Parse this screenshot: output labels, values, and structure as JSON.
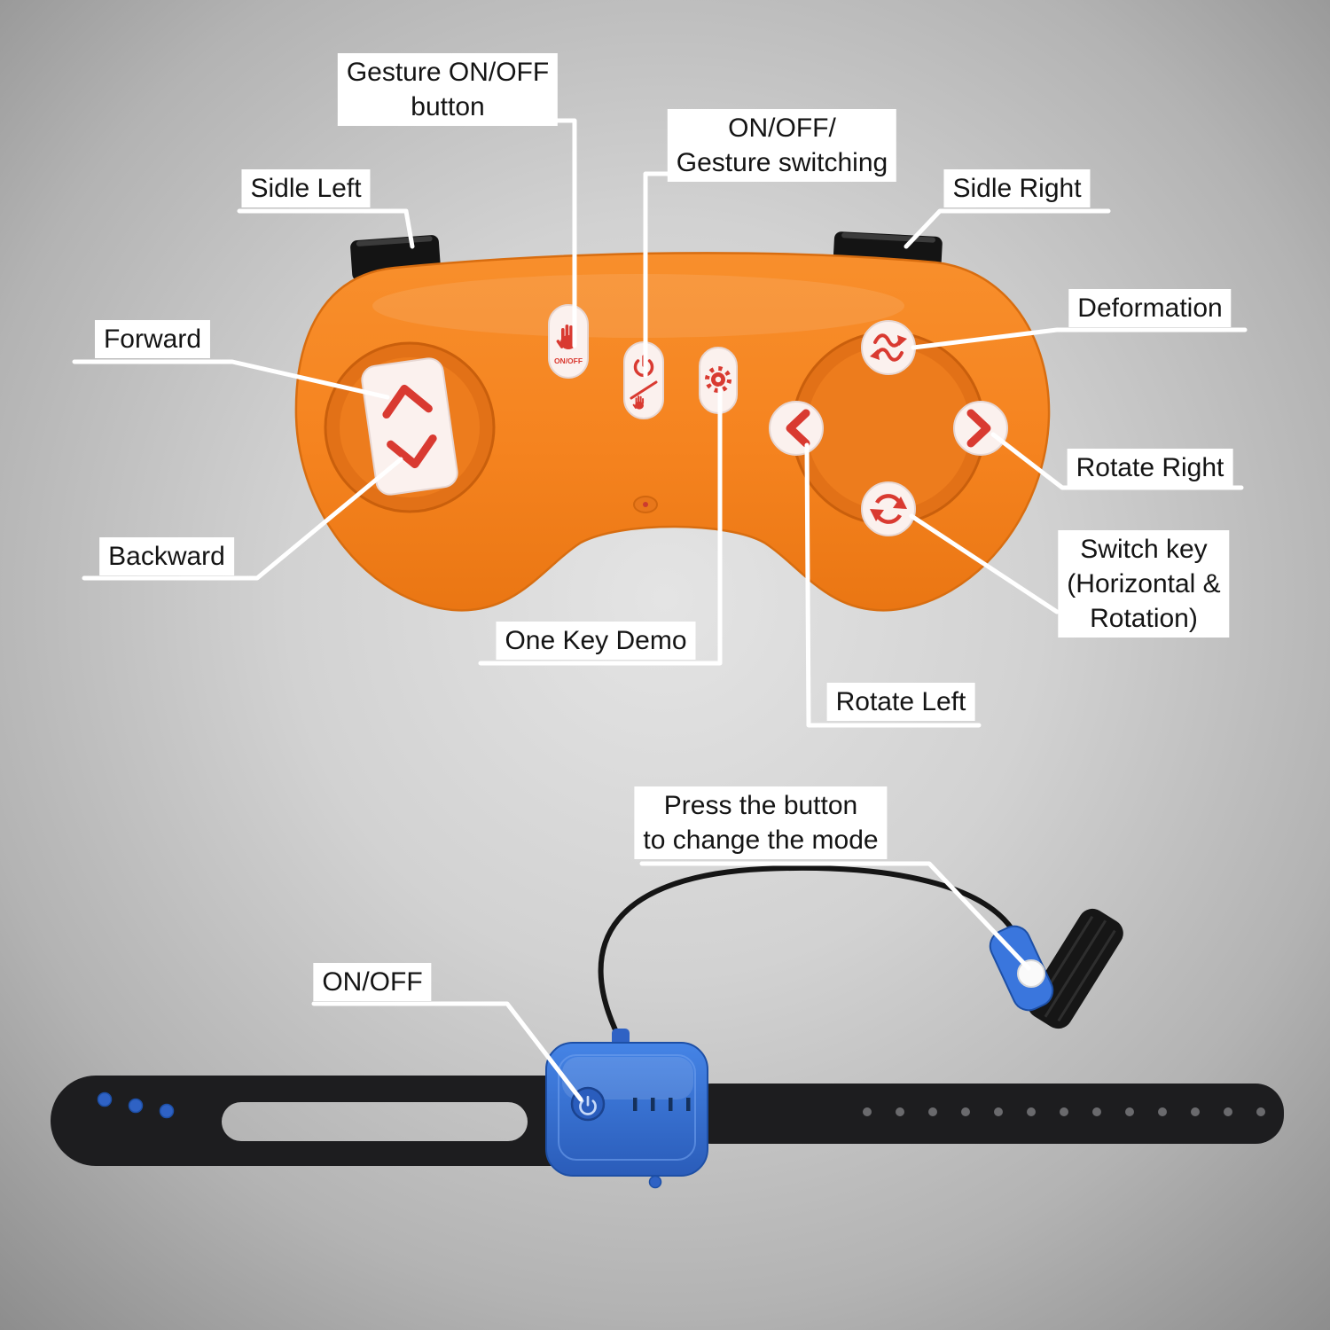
{
  "labels": {
    "gesture_onoff": "Gesture ON/OFF\nbutton",
    "onoff_gesture_switching": "ON/OFF/\nGesture switching",
    "sidle_left": "Sidle Left",
    "sidle_right": "Sidle Right",
    "forward": "Forward",
    "backward": "Backward",
    "deformation": "Deformation",
    "rotate_right": "Rotate Right",
    "switch_key": "Switch key\n(Horizontal &\nRotation)",
    "rotate_left": "Rotate Left",
    "one_key_demo": "One Key Demo",
    "press_button_mode": "Press the button\nto change the mode",
    "onoff": "ON/OFF"
  },
  "controller": {
    "hand_button_caption": "ON/OFF"
  },
  "icons": {
    "hand_button": "hand-icon",
    "power_gesture_button": "power-hand-icon",
    "demo_button": "gear-icon",
    "forward": "chevron-up-icon",
    "backward": "chevron-down-icon",
    "rotate_left": "chevron-left-icon",
    "rotate_right": "chevron-right-icon",
    "deformation": "wavy-arrows-icon",
    "switch_key": "rotate-arrows-icon",
    "wristband_power": "power-icon"
  },
  "colors": {
    "controller_orange": "#f5831f",
    "pad_orange_dark": "#e27117",
    "button_red": "#d93a31",
    "button_face_white": "#fbf1ee",
    "wristband_black": "#1d1d1f",
    "module_blue": "#3a76dd",
    "leader_line_white": "#ffffff",
    "label_background": "#ffffff",
    "label_text": "#141414"
  }
}
